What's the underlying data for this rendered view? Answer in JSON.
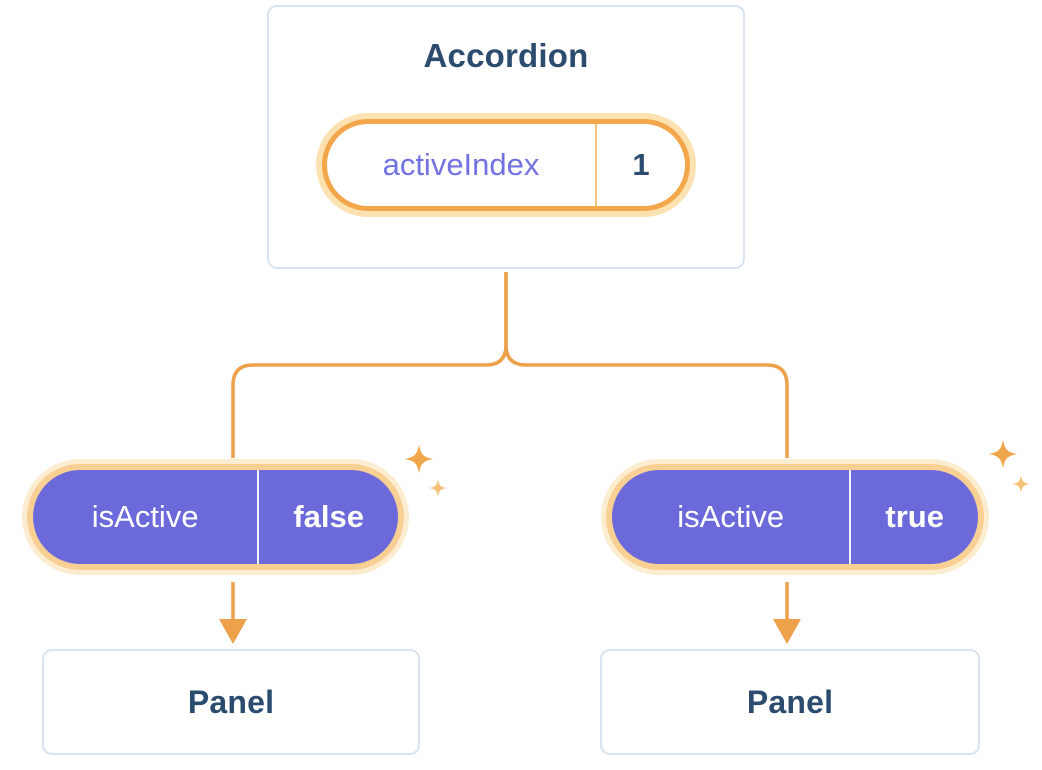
{
  "diagram": {
    "root": {
      "title": "Accordion",
      "state_pill": {
        "label": "activeIndex",
        "value": "1"
      }
    },
    "branches": {
      "left": {
        "prop_pill": {
          "label": "isActive",
          "value": "false"
        },
        "panel_title": "Panel"
      },
      "right": {
        "prop_pill": {
          "label": "isActive",
          "value": "true"
        },
        "panel_title": "Panel"
      }
    },
    "icons": {
      "sparkle": "sparkle-icon",
      "arrow": "down-arrow-icon"
    },
    "colors": {
      "connector_orange": "#EDA14A",
      "pill_ring_orange": "#F3A64A",
      "pill_glow_cream": "#FBE2B0",
      "prop_pill_purple": "#6C6ADB",
      "state_label_purple": "#7372E2",
      "heading_navy": "#2B4C6F",
      "card_border": "#D8E4F0",
      "background": "#FFFFFF"
    }
  }
}
